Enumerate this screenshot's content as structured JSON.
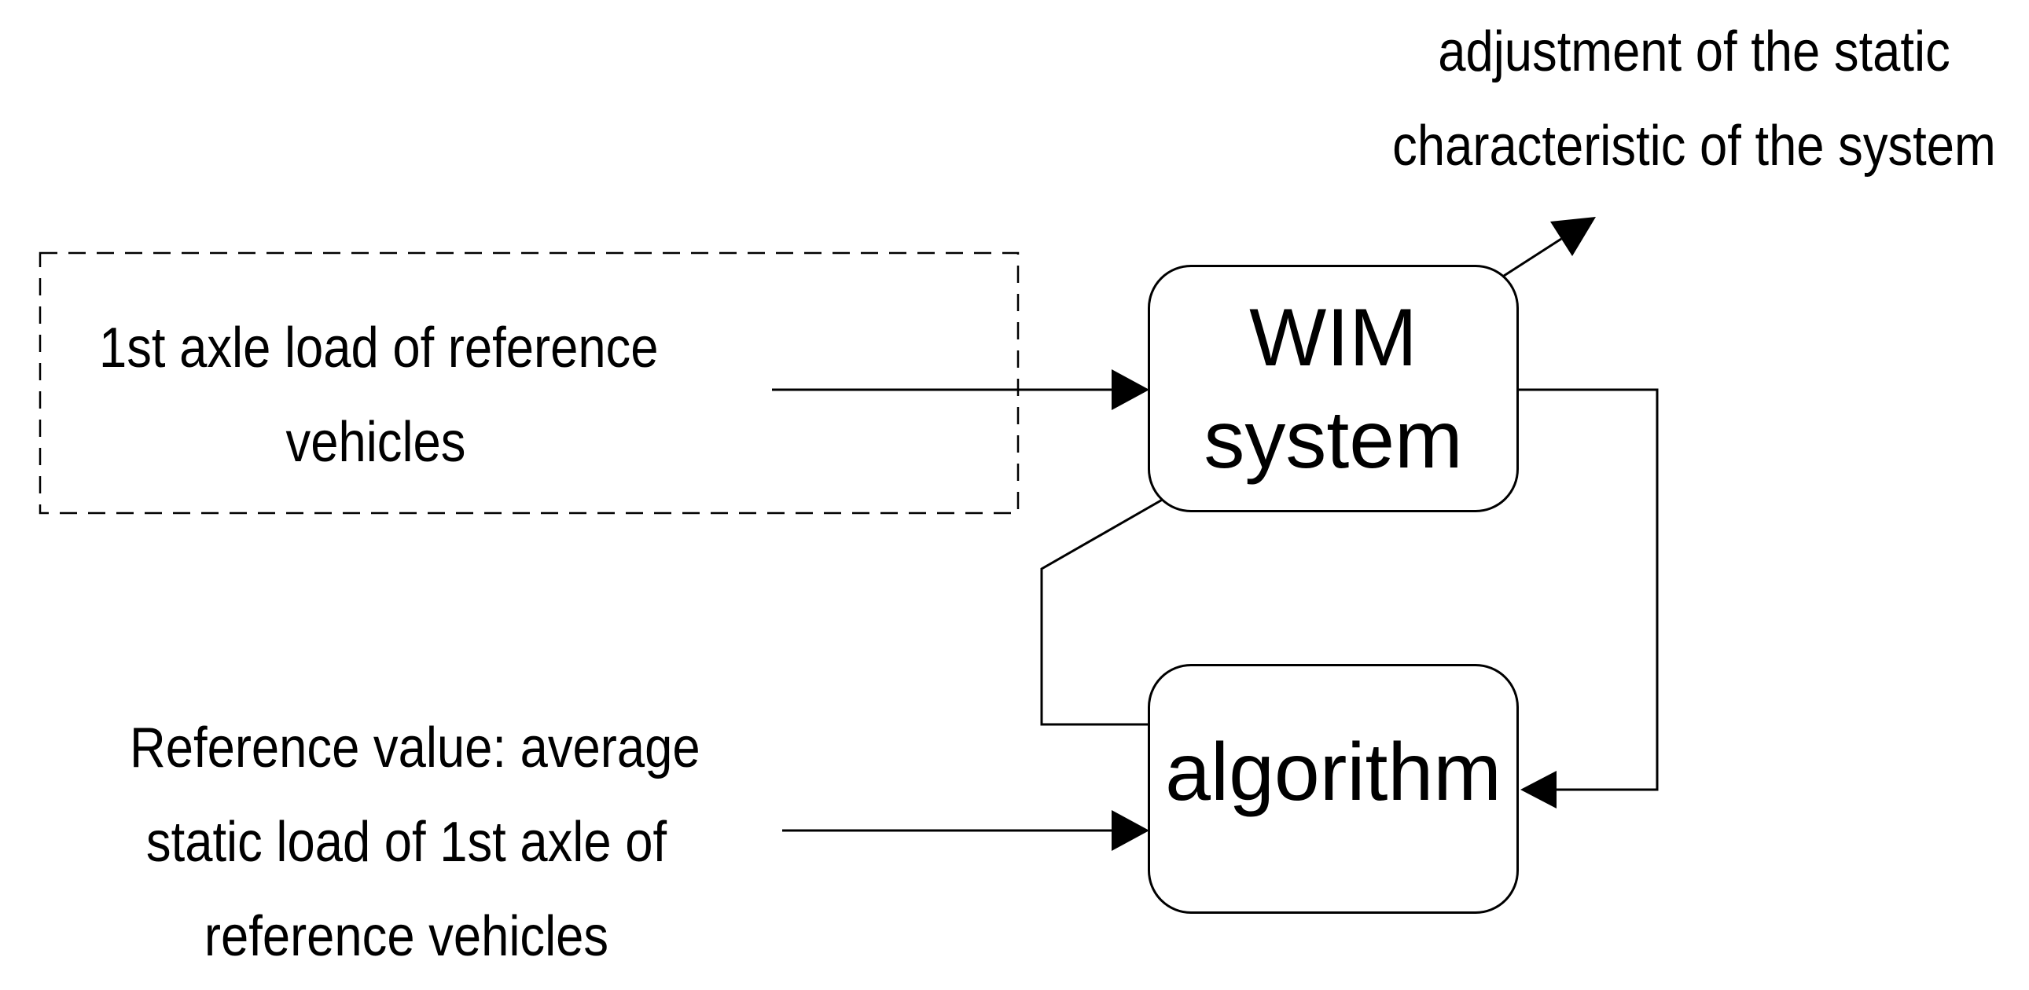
{
  "canvas": {
    "background": "#ffffff",
    "stroke": "#000000"
  },
  "nodes": {
    "wim": {
      "line1": "WIM",
      "line2": "system"
    },
    "algorithm": {
      "label": "algorithm"
    }
  },
  "annotations": {
    "adjustment": {
      "line1": "adjustment of the static",
      "line2": "characteristic of the system"
    },
    "axle_load": {
      "line1": "1st axle load of reference",
      "line2": "vehicles"
    },
    "reference_value": {
      "line1": "Reference value: average",
      "line2": "static load of 1st axle of",
      "line3": "reference vehicles"
    }
  }
}
